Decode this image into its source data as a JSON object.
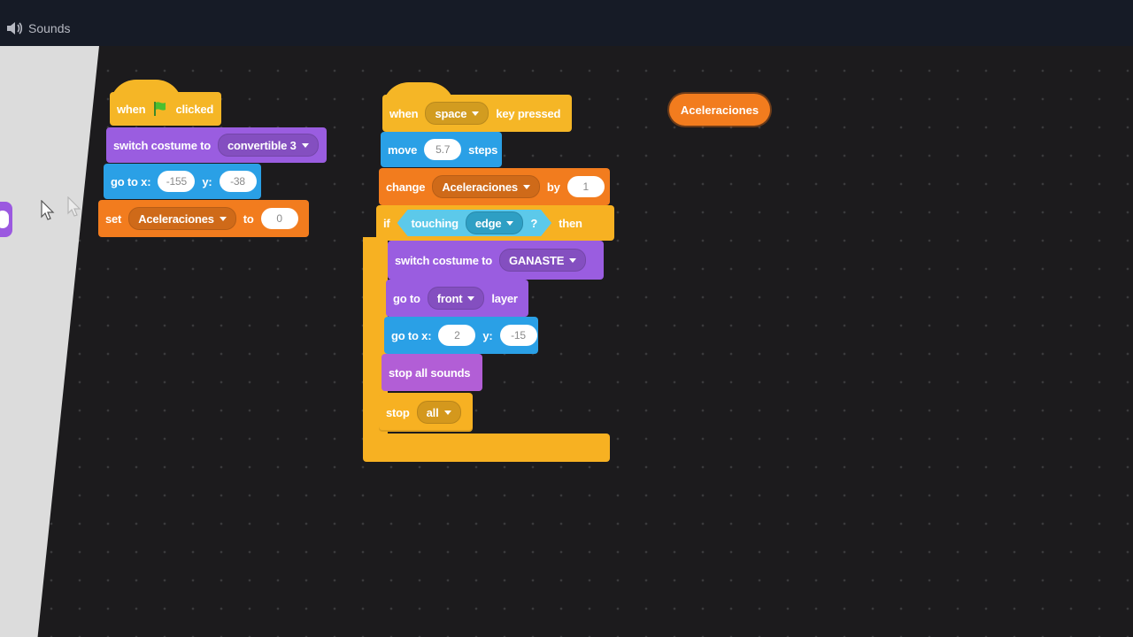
{
  "header": {
    "sounds_tab": "Sounds"
  },
  "script1": {
    "hat": {
      "when": "when",
      "clicked": "clicked"
    },
    "switch_costume": {
      "label": "switch costume to",
      "value": "convertible 3"
    },
    "goto": {
      "label": "go to x:",
      "x": "-155",
      "ylabel": "y:",
      "y": "-38"
    },
    "set": {
      "label": "set",
      "var": "Aceleraciones",
      "to": "to",
      "value": "0"
    }
  },
  "script2": {
    "hat": {
      "when": "when",
      "key": "space",
      "pressed": "key pressed"
    },
    "move": {
      "label": "move",
      "value": "5.7",
      "unit": "steps"
    },
    "change": {
      "label": "change",
      "var": "Aceleraciones",
      "by": "by",
      "value": "1"
    },
    "if": {
      "label": "if",
      "touching": "touching",
      "object": "edge",
      "q": "?",
      "then": "then"
    },
    "switch_costume": {
      "label": "switch costume to",
      "value": "GANASTE"
    },
    "goto_layer": {
      "label": "go to",
      "value": "front",
      "unit": "layer"
    },
    "goto_xy": {
      "label": "go to x:",
      "x": "2",
      "ylabel": "y:",
      "y": "-15"
    },
    "stop_sounds": {
      "label": "stop all sounds"
    },
    "stop": {
      "label": "stop",
      "value": "all"
    }
  },
  "reporter": {
    "label": "Aceleraciones"
  },
  "colors": {
    "events": "#f5b626",
    "looks": "#9a5de0",
    "motion": "#2aa0e6",
    "variables": "#f27c1e",
    "control": "#f7b122",
    "sensing": "#42b9dc"
  }
}
